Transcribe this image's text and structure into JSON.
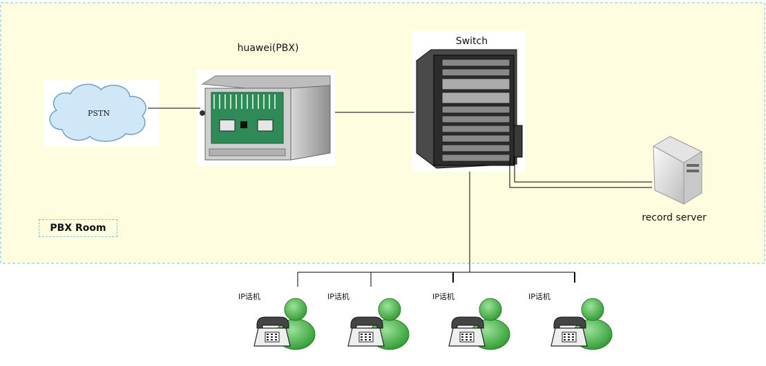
{
  "room": {
    "label": "PBX Room",
    "fill": "#fffde0",
    "border": "#7bc6d8"
  },
  "nodes": {
    "pstn": "PSTN",
    "pbx": "huawei(PBX)",
    "switch": "Switch",
    "record_server": "record server"
  },
  "phones": [
    {
      "label": "IP话机"
    },
    {
      "label": "IP话机"
    },
    {
      "label": "IP话机"
    },
    {
      "label": "IP话机"
    }
  ],
  "icons": {
    "cloud": "cloud-icon",
    "pbx": "pbx-cabinet-icon",
    "switch": "switch-chassis-icon",
    "server": "server-icon",
    "phone": "telephone-icon",
    "user": "user-icon"
  },
  "colors": {
    "cloud_fill": "#cfe8f7",
    "cloud_stroke": "#6f9ec2",
    "pbx_panel": "#2e8b57",
    "user_green": "#3aa83a",
    "line": "#000000"
  }
}
